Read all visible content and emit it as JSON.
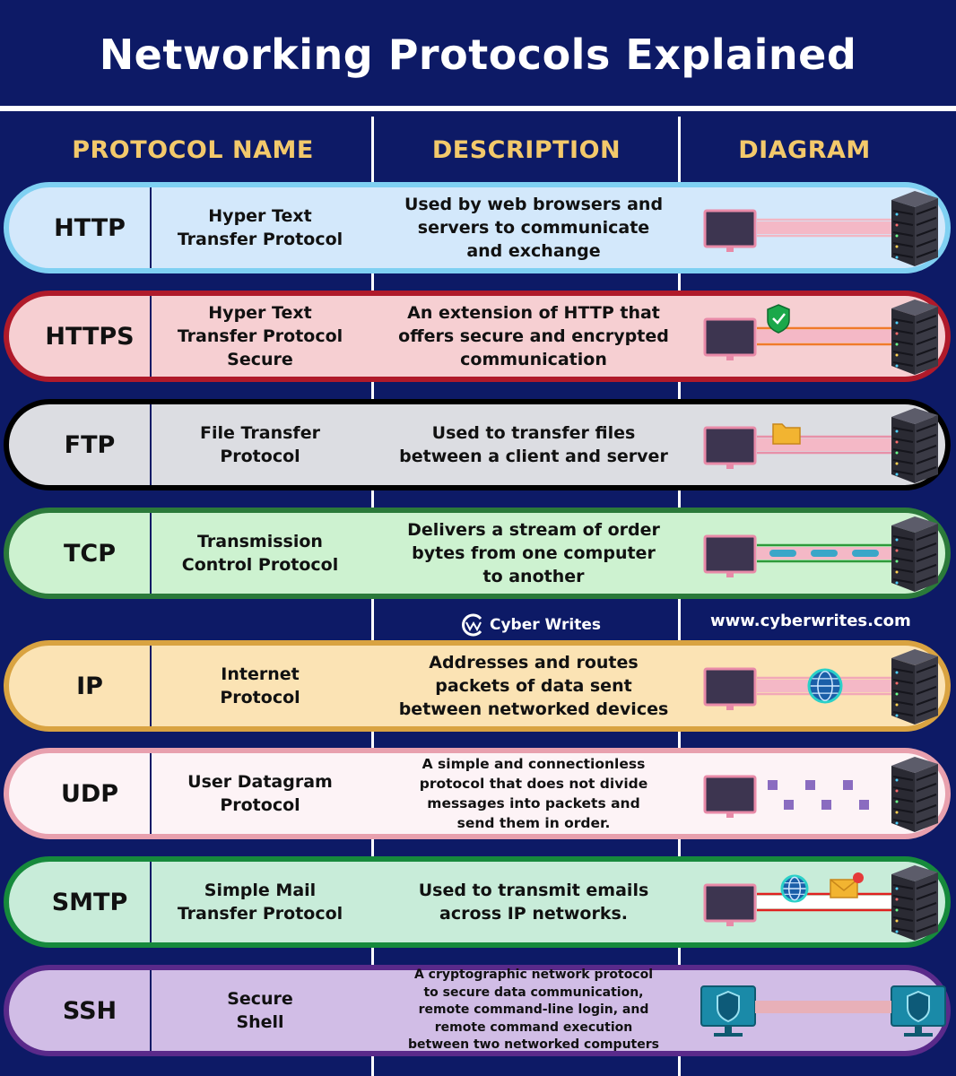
{
  "title": "Networking Protocols Explained",
  "headers": {
    "name": "PROTOCOL NAME",
    "description": "DESCRIPTION",
    "diagram": "DIAGRAM"
  },
  "branding": {
    "logo_text": "Cyber Writes",
    "website": "www.cyberwrites.com"
  },
  "colors": {
    "background": "#0d1a66",
    "header_text": "#f3c96b"
  },
  "rows": [
    {
      "abbr": "HTTP",
      "full_lines": [
        "Hyper Text",
        "Transfer Protocol"
      ],
      "desc_lines": [
        "Used by web browsers and",
        "servers to communicate",
        "and exchange"
      ],
      "fill": "#d3e8fb",
      "border": "#7fd0f2",
      "line_color": "#f2b6c3",
      "icons": []
    },
    {
      "abbr": "HTTPS",
      "full_lines": [
        "Hyper Text",
        "Transfer Protocol",
        "Secure"
      ],
      "desc_lines": [
        "An extension of HTTP that",
        "offers secure and encrypted",
        "communication"
      ],
      "fill": "#f6cfd2",
      "border": "#b01a2a",
      "line_color": "#f07a2a",
      "icons": [
        "shield-check-icon"
      ]
    },
    {
      "abbr": "FTP",
      "full_lines": [
        "File Transfer",
        "Protocol"
      ],
      "desc_lines": [
        "Used to transfer files",
        "between a client and server"
      ],
      "fill": "#dcdde2",
      "border": "#000000",
      "line_color": "#e890a8",
      "icons": [
        "folder-icon"
      ]
    },
    {
      "abbr": "TCP",
      "full_lines": [
        "Transmission",
        "Control Protocol"
      ],
      "desc_lines": [
        "Delivers a stream of order",
        "bytes from one computer",
        "to another"
      ],
      "fill": "#cdf2d0",
      "border": "#2b7a3a",
      "line_color": "#2e9a3a",
      "icons": [
        "packet-dash-icon"
      ]
    },
    {
      "abbr": "IP",
      "full_lines": [
        "Internet",
        "Protocol"
      ],
      "desc_lines": [
        "Addresses and routes",
        "packets of data sent",
        "between networked devices"
      ],
      "fill": "#fbe3b4",
      "border": "#d9a341",
      "line_color": "#f2a8b8",
      "icons": [
        "globe-icon"
      ]
    },
    {
      "abbr": "UDP",
      "full_lines": [
        "User Datagram",
        "Protocol"
      ],
      "desc_lines": [
        "A simple and connectionless",
        "protocol that does not divide",
        "messages into packets and",
        "send them in order."
      ],
      "fill": "#fdf3f6",
      "border": "#e8a0ae",
      "line_color": "#8a6cc0",
      "icons": [
        "packet-squares-icon"
      ]
    },
    {
      "abbr": "SMTP",
      "full_lines": [
        "Simple Mail",
        "Transfer Protocol"
      ],
      "desc_lines": [
        "Used to transmit emails",
        "across IP networks."
      ],
      "fill": "#c8ecd9",
      "border": "#168a3c",
      "line_color": "#e02020",
      "icons": [
        "globe-icon",
        "mail-icon"
      ]
    },
    {
      "abbr": "SSH",
      "full_lines": [
        "Secure",
        "Shell"
      ],
      "desc_lines": [
        "A cryptographic network protocol",
        "to secure data communication,",
        "remote command-line login, and",
        "remote command execution",
        "between two networked computers"
      ],
      "fill": "#d1bde6",
      "border": "#5a2a8a",
      "line_color": "#e8b0b8",
      "icons": [
        "secure-computer-icon"
      ]
    }
  ]
}
